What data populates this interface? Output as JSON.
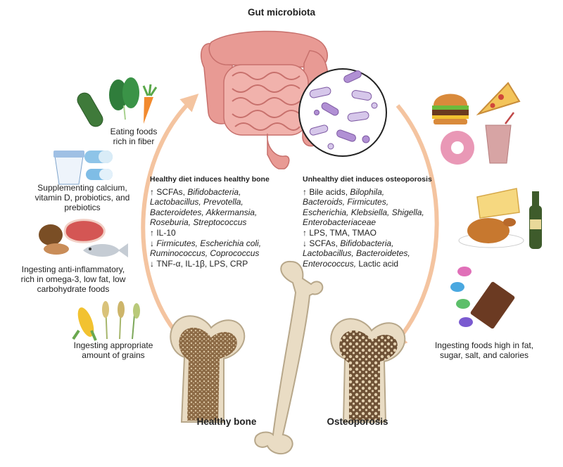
{
  "title": "Gut microbiota",
  "bones": {
    "healthy": "Healthy bone",
    "osteoporosis": "Osteoporosis"
  },
  "healthy_foods": {
    "fiber": [
      "Eating foods",
      "rich in fiber"
    ],
    "supplements": [
      "Supplementing calcium,",
      "vitamin D, probiotics, and",
      "prebiotics"
    ],
    "anti_inflammatory": [
      "Ingesting anti-inflammatory,",
      "rich in omega-3, low fat, low",
      "carbohydrate foods"
    ],
    "grains": [
      "Ingesting appropriate",
      "amount of grains"
    ]
  },
  "unhealthy_foods": {
    "caption": [
      "Ingesting foods high in fat,",
      "sugar, salt, and calories"
    ]
  },
  "healthy_panel": {
    "heading": "Healthy diet induces healthy bone",
    "lines": [
      [
        {
          "t": "↑ ",
          "b": true
        },
        {
          "t": "SCFAs, "
        },
        {
          "t": "Bifidobacteria,",
          "i": true
        }
      ],
      [
        {
          "t": "Lactobacillus, Prevotella,",
          "i": true
        }
      ],
      [
        {
          "t": "Bacteroidetes, Akkermansia,",
          "i": true
        }
      ],
      [
        {
          "t": "Roseburia, Streptococcus",
          "i": true
        }
      ],
      [
        {
          "t": "↑ ",
          "b": true
        },
        {
          "t": "IL-10"
        }
      ],
      [
        {
          "t": "↓ ",
          "b": true
        },
        {
          "t": "Firmicutes, Escherichia coli,",
          "i": true
        }
      ],
      [
        {
          "t": "Ruminococcus, Coprococcus",
          "i": true
        }
      ],
      [
        {
          "t": "↓ ",
          "b": true
        },
        {
          "t": "TNF-α, IL-1β, LPS, CRP"
        }
      ]
    ]
  },
  "unhealthy_panel": {
    "heading": "Unhealthy diet induces osteoporosis",
    "lines": [
      [
        {
          "t": "↑ ",
          "b": true
        },
        {
          "t": "Bile acids, "
        },
        {
          "t": "Bilophila,",
          "i": true
        }
      ],
      [
        {
          "t": "Bacteroids,  Firmicutes,",
          "i": true
        }
      ],
      [
        {
          "t": "Escherichia, Klebsiella, Shigella,",
          "i": true
        }
      ],
      [
        {
          "t": "Enterobacteriaceae",
          "i": true
        }
      ],
      [
        {
          "t": "↑ ",
          "b": true
        },
        {
          "t": "LPS, TMA, TMAO"
        }
      ],
      [
        {
          "t": "↓ ",
          "b": true
        },
        {
          "t": "SCFAs, "
        },
        {
          "t": "Bifidobacteria,",
          "i": true
        }
      ],
      [
        {
          "t": "Lactobacillus, Bacteroidetes,",
          "i": true
        }
      ],
      [
        {
          "t": "Enterococcus, ",
          "i": true
        },
        {
          "t": "Lactic acid"
        }
      ]
    ]
  },
  "colors": {
    "arrow": "#f4c4a0",
    "intestine": "#e89a94",
    "intestine_dark": "#c7706c",
    "bone": "#e9dcc4",
    "bone_outline": "#b7a78a",
    "marrow_healthy": "#8c6a45",
    "marrow_osteo": "#6f5236"
  },
  "icons": [
    "cucumber-icon",
    "spinach-icon",
    "carrot-icon",
    "yogurt-icon",
    "capsule-icon",
    "nut-icon",
    "steak-icon",
    "fish-icon",
    "grain-icon",
    "corn-icon",
    "burger-icon",
    "pizza-icon",
    "donut-icon",
    "milkshake-icon",
    "cheese-icon",
    "champagne-icon",
    "roast-chicken-icon",
    "chocolate-icon",
    "candy-icon",
    "intestine-icon",
    "bacteria-icon",
    "femur-icon"
  ]
}
